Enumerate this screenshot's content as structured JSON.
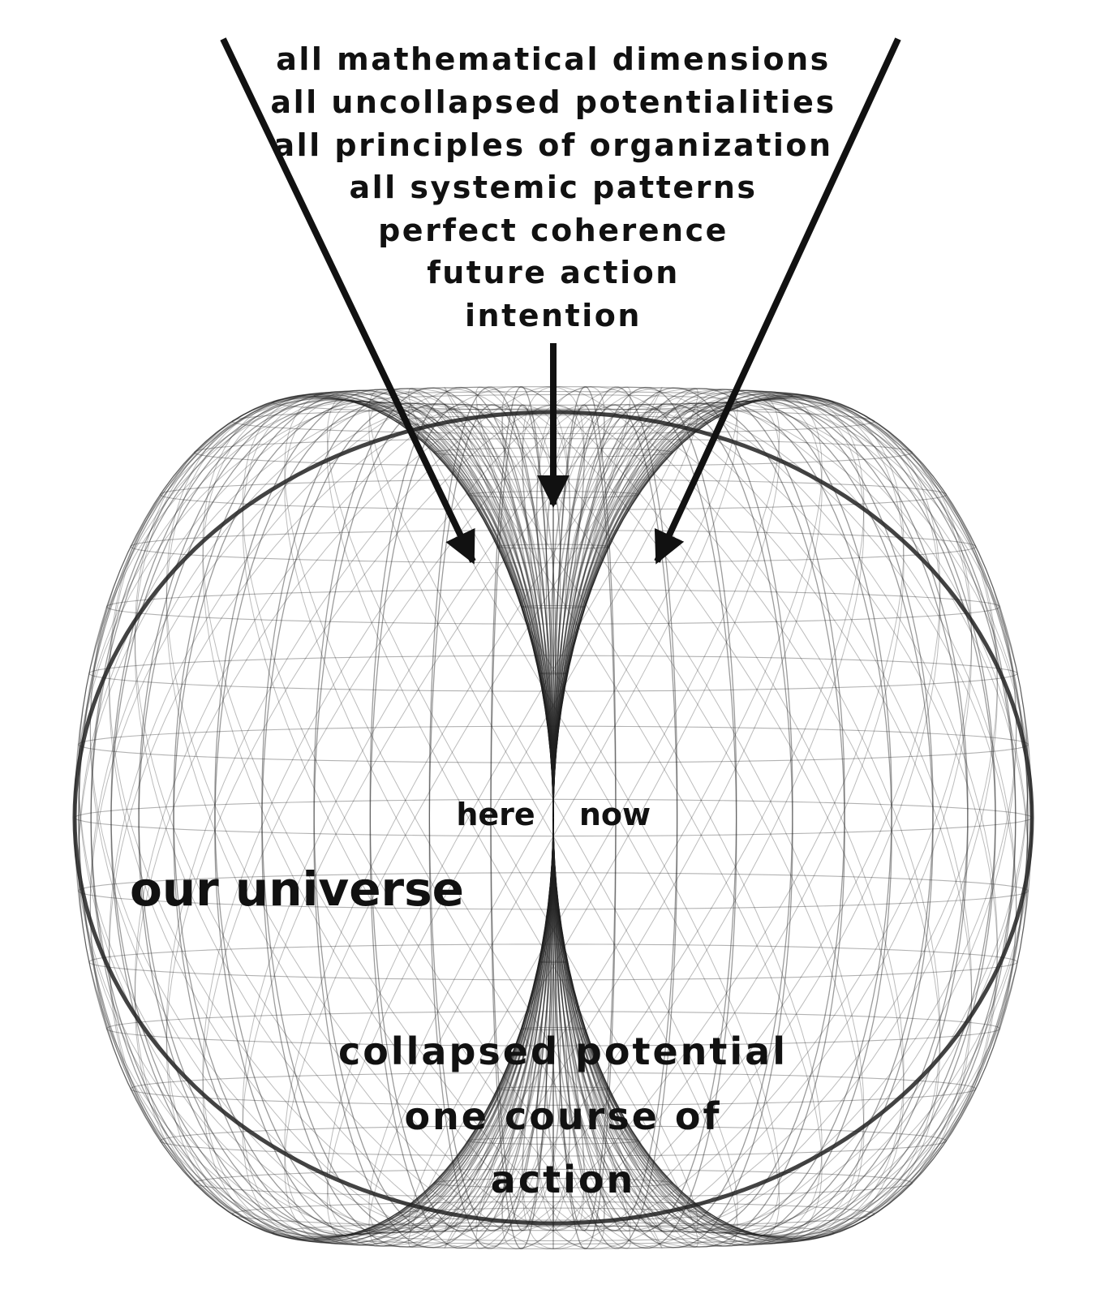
{
  "colors": {
    "ink": "#111111",
    "mesh": "#222222",
    "background": "#ffffff"
  },
  "labels": {
    "top_lines": [
      "all mathematical dimensions",
      "all uncollapsed potentialities",
      "all principles of organization",
      "all systemic patterns",
      "perfect coherence",
      "future action",
      "intention"
    ],
    "here": "here",
    "now": "now",
    "universe": "our universe",
    "bottom_lines": [
      "collapsed potential",
      "one course of",
      "action"
    ]
  }
}
